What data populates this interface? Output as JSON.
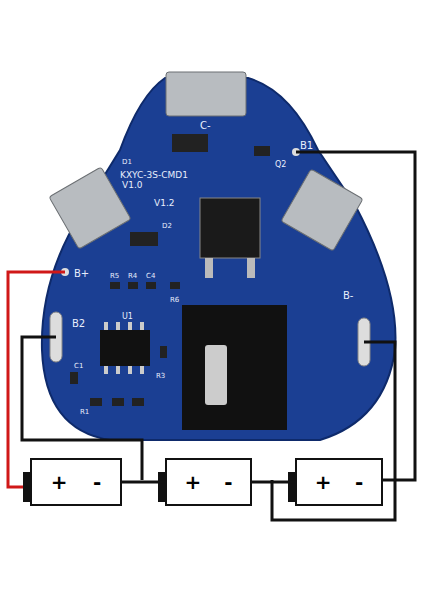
{
  "diagram": {
    "nodes": [
      {
        "text": [
          "+",
          "-"
        ]
      },
      {
        "text": [
          "+",
          "-"
        ]
      },
      {
        "text": [
          "+",
          "-"
        ]
      }
    ],
    "edges": [
      {
        "from": 0,
        "to": 1,
        "arrow": "none"
      },
      {
        "from": 1,
        "to": 2,
        "arrow": "none"
      }
    ],
    "labels": [
      "C-",
      "D1",
      "Q2",
      "B1",
      "KXYC-3S-CMD1",
      "V1.0",
      "V1.2",
      "D2",
      "B+",
      "R5",
      "R4",
      "C4",
      "R6",
      "B2",
      "U1",
      "C1",
      "R3",
      "R1",
      "B-"
    ]
  }
}
